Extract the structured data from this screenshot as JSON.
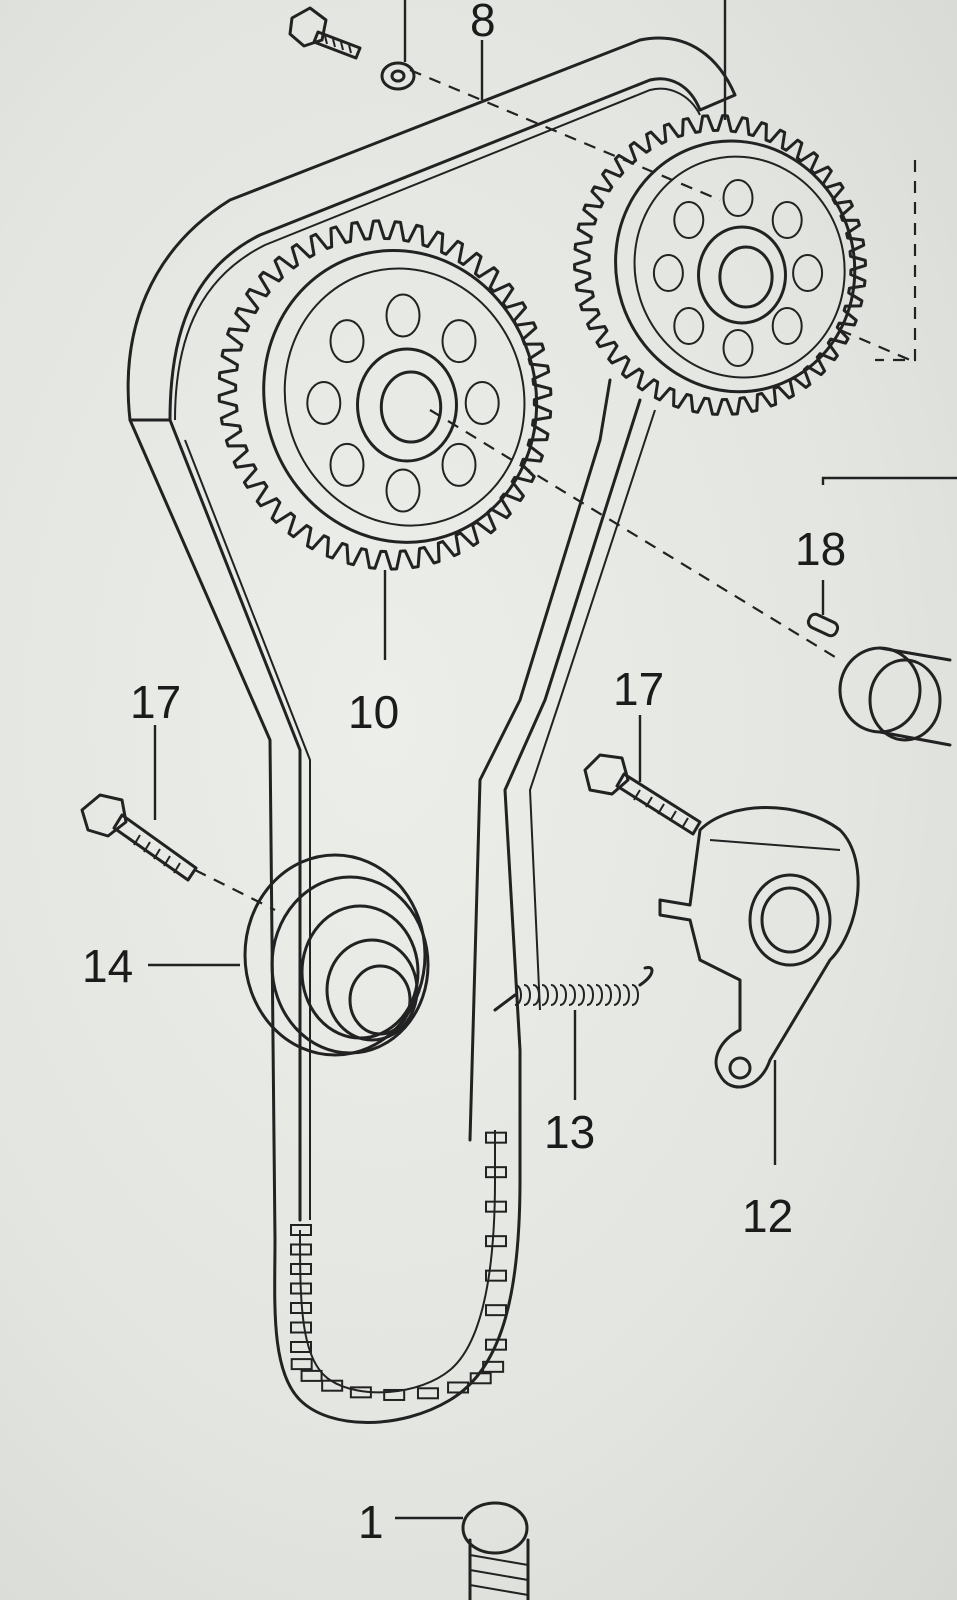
{
  "callouts": [
    {
      "id": "8",
      "text": "8"
    },
    {
      "id": "10",
      "text": "10"
    },
    {
      "id": "18",
      "text": "18"
    },
    {
      "id": "17a",
      "text": "17"
    },
    {
      "id": "17b",
      "text": "17"
    },
    {
      "id": "14",
      "text": "14"
    },
    {
      "id": "13",
      "text": "13"
    },
    {
      "id": "12",
      "text": "12"
    },
    {
      "id": "1",
      "text": "1"
    }
  ],
  "colors": {
    "paper": "#e6e7e3",
    "ink": "#222222",
    "belt_fill": "#cfd0cc"
  }
}
